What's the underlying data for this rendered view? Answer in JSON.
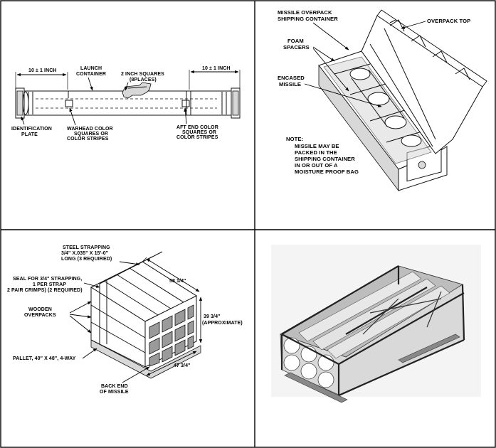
{
  "panels": {
    "launch_container": {
      "dim_left": "10 ± 1 INCH",
      "dim_right": "10 ± 1 INCH",
      "launch_container_l1": "LAUNCH",
      "launch_container_l2": "CONTAINER",
      "squares_l1": "2 INCH SQUARES",
      "squares_l2": "(8PLACES)",
      "id_plate_l1": "IDENTIFICATION",
      "id_plate_l2": "PLATE",
      "warhead_l1": "WARHEAD COLOR",
      "warhead_l2": "SQUARES OR",
      "warhead_l3": "COLOR STRIPES",
      "aft_l1": "AFT END COLOR",
      "aft_l2": "SQUARES OR",
      "aft_l3": "COLOR STRIPES"
    },
    "overpack": {
      "container_l1": "MISSILE OVERPACK",
      "container_l2": "SHIPPING CONTAINER",
      "overpack_top": "OVERPACK TOP",
      "foam_l1": "FOAM",
      "foam_l2": "SPACERS",
      "encased_l1": "ENCASED",
      "encased_l2": "MISSILE",
      "note_title": "NOTE:",
      "note_l1": "MISSILE MAY BE",
      "note_l2": "PACKED IN THE",
      "note_l3": "SHIPPING CONTAINER",
      "note_l4": "IN OR OUT OF A",
      "note_l5": "MOISTURE PROOF BAG"
    },
    "pallet": {
      "strapping_l1": "STEEL STRAPPING",
      "strapping_l2": "3/4\" X.035\" X 15'-0\"",
      "strapping_l3": "LONG (3 REQUIRED)",
      "seal_l1": "SEAL FOR 3/4\" STRAPPING,",
      "seal_l2": "1 PER STRAP",
      "seal_l3": "2 PAIR CRIMPS) (2 REQUIRED)",
      "wooden_l1": "WOODEN",
      "wooden_l2": "OVERPACKS",
      "length": "58 1/4\"",
      "height_l1": "39 3/4\"",
      "height_l2": "(APPROXIMATE)",
      "width": "47 3/4\"",
      "pallet": "PALLET, 40\" X 48\", 4-WAY",
      "back_end_l1": "BACK END",
      "back_end_l2": "OF MISSILE"
    },
    "photo": {}
  }
}
